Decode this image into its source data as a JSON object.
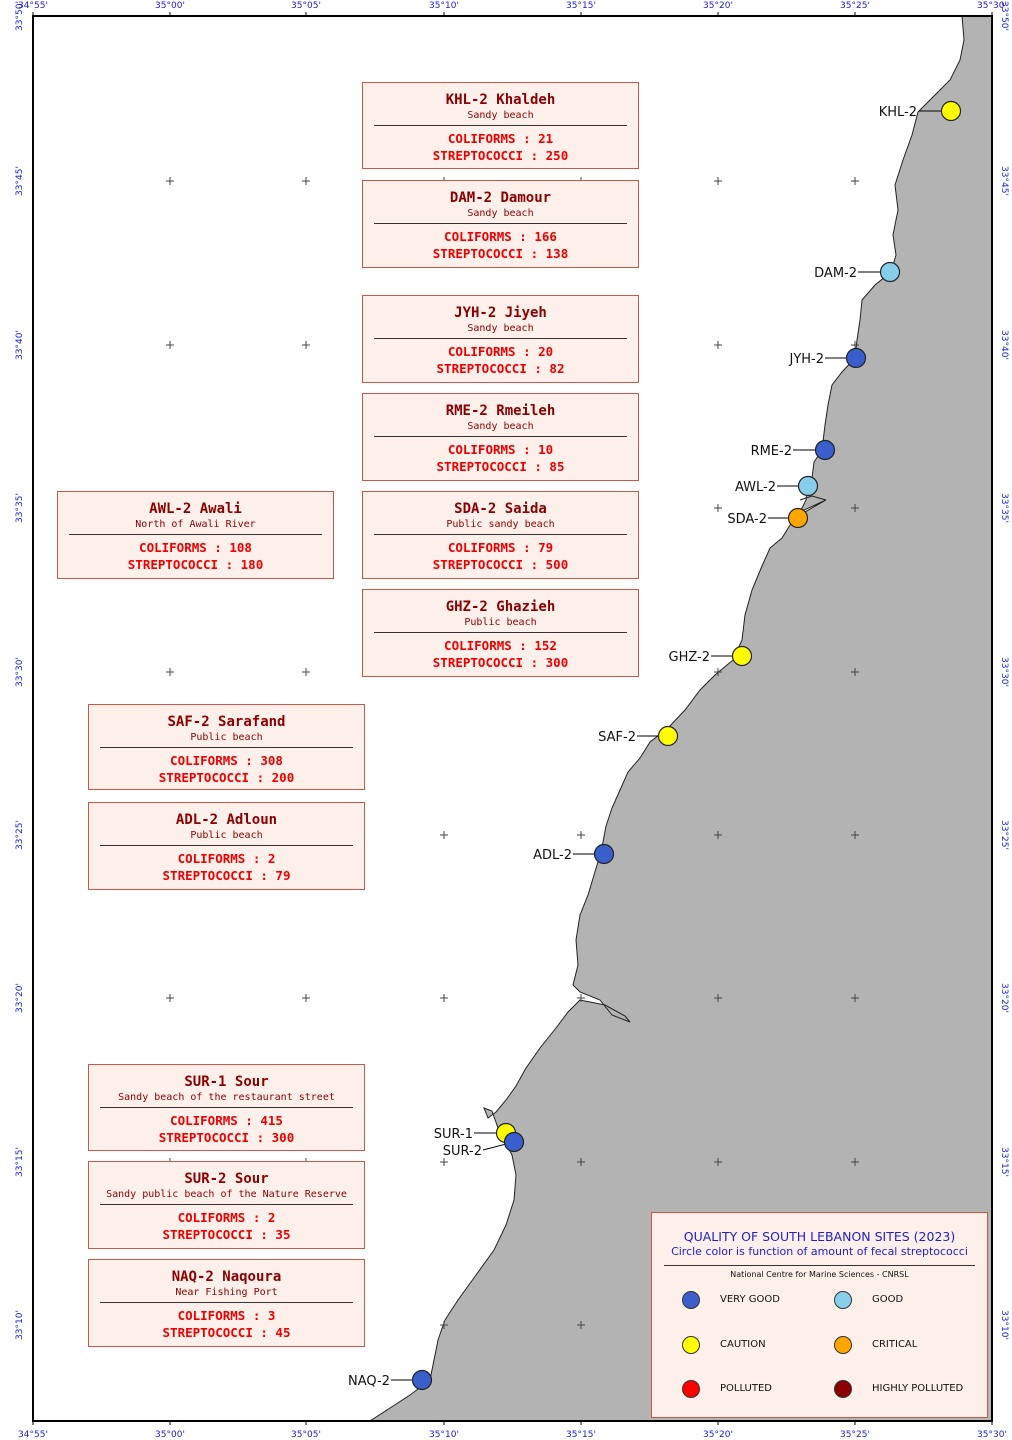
{
  "map": {
    "lon_ticks": [
      "34°55'",
      "35°00'",
      "35°05'",
      "35°10'",
      "35°15'",
      "35°20'",
      "35°25'",
      "35°30'"
    ],
    "lat_ticks": [
      "33°50'",
      "33°45'",
      "33°40'",
      "33°35'",
      "33°30'",
      "33°25'",
      "33°20'",
      "33°15'",
      "33°10'"
    ],
    "colors": {
      "land": "#b3b3b3",
      "sea": "#ffffff",
      "very_good": "#3a5fcd",
      "good": "#87ceeb",
      "caution": "#ffff00",
      "critical": "#ffa500",
      "polluted": "#ff0000",
      "highly_polluted": "#8b0000"
    }
  },
  "sites": [
    {
      "code": "KHL-2",
      "status": "caution"
    },
    {
      "code": "DAM-2",
      "status": "good"
    },
    {
      "code": "JYH-2",
      "status": "very_good"
    },
    {
      "code": "RME-2",
      "status": "very_good"
    },
    {
      "code": "AWL-2",
      "status": "good"
    },
    {
      "code": "SDA-2",
      "status": "critical"
    },
    {
      "code": "GHZ-2",
      "status": "caution"
    },
    {
      "code": "SAF-2",
      "status": "caution"
    },
    {
      "code": "ADL-2",
      "status": "very_good"
    },
    {
      "code": "SUR-1",
      "status": "caution"
    },
    {
      "code": "SUR-2",
      "status": "very_good"
    },
    {
      "code": "NAQ-2",
      "status": "very_good"
    }
  ],
  "boxes": [
    {
      "title": "KHL-2 Khaldeh",
      "sub": "Sandy beach",
      "coli": "COLIFORMS : 21",
      "strep": "STREPTOCOCCI : 250"
    },
    {
      "title": "DAM-2 Damour",
      "sub": "Sandy beach",
      "coli": "COLIFORMS : 166",
      "strep": "STREPTOCOCCI : 138"
    },
    {
      "title": "JYH-2 Jiyeh",
      "sub": "Sandy beach",
      "coli": "COLIFORMS : 20",
      "strep": "STREPTOCOCCI : 82"
    },
    {
      "title": "RME-2 Rmeileh",
      "sub": "Sandy beach",
      "coli": "COLIFORMS : 10",
      "strep": "STREPTOCOCCI : 85"
    },
    {
      "title": "AWL-2 Awali",
      "sub": "North of Awali River",
      "coli": "COLIFORMS : 108",
      "strep": "STREPTOCOCCI : 180"
    },
    {
      "title": "SDA-2 Saida",
      "sub": "Public sandy beach",
      "coli": "COLIFORMS : 79",
      "strep": "STREPTOCOCCI : 500"
    },
    {
      "title": "GHZ-2 Ghazieh",
      "sub": "Public beach",
      "coli": "COLIFORMS : 152",
      "strep": "STREPTOCOCCI : 300"
    },
    {
      "title": "SAF-2 Sarafand",
      "sub": "Public beach",
      "coli": "COLIFORMS : 308",
      "strep": "STREPTOCOCCI : 200"
    },
    {
      "title": "ADL-2 Adloun",
      "sub": "Public beach",
      "coli": "COLIFORMS : 2",
      "strep": "STREPTOCOCCI : 79"
    },
    {
      "title": "SUR-1 Sour",
      "sub": "Sandy beach of the restaurant street",
      "coli": "COLIFORMS : 415",
      "strep": "STREPTOCOCCI : 300"
    },
    {
      "title": "SUR-2 Sour",
      "sub": "Sandy public beach of the Nature Reserve",
      "coli": "COLIFORMS : 2",
      "strep": "STREPTOCOCCI : 35"
    },
    {
      "title": "NAQ-2 Naqoura",
      "sub": "Near Fishing Port",
      "coli": "COLIFORMS : 3",
      "strep": "STREPTOCOCCI : 45"
    }
  ],
  "legend": {
    "title": "QUALITY OF SOUTH LEBANON SITES (2023)",
    "subtitle": "Circle color is function of amount of fecal streptococci",
    "credit": "National Centre for Marine Sciences - CNRSL",
    "items": [
      {
        "label": "VERY GOOD",
        "color": "#3a5fcd"
      },
      {
        "label": "GOOD",
        "color": "#87ceeb"
      },
      {
        "label": "CAUTION",
        "color": "#ffff00"
      },
      {
        "label": "CRITICAL",
        "color": "#ffa500"
      },
      {
        "label": "POLLUTED",
        "color": "#ff0000"
      },
      {
        "label": "HIGHLY POLLUTED",
        "color": "#8b0000"
      }
    ]
  }
}
